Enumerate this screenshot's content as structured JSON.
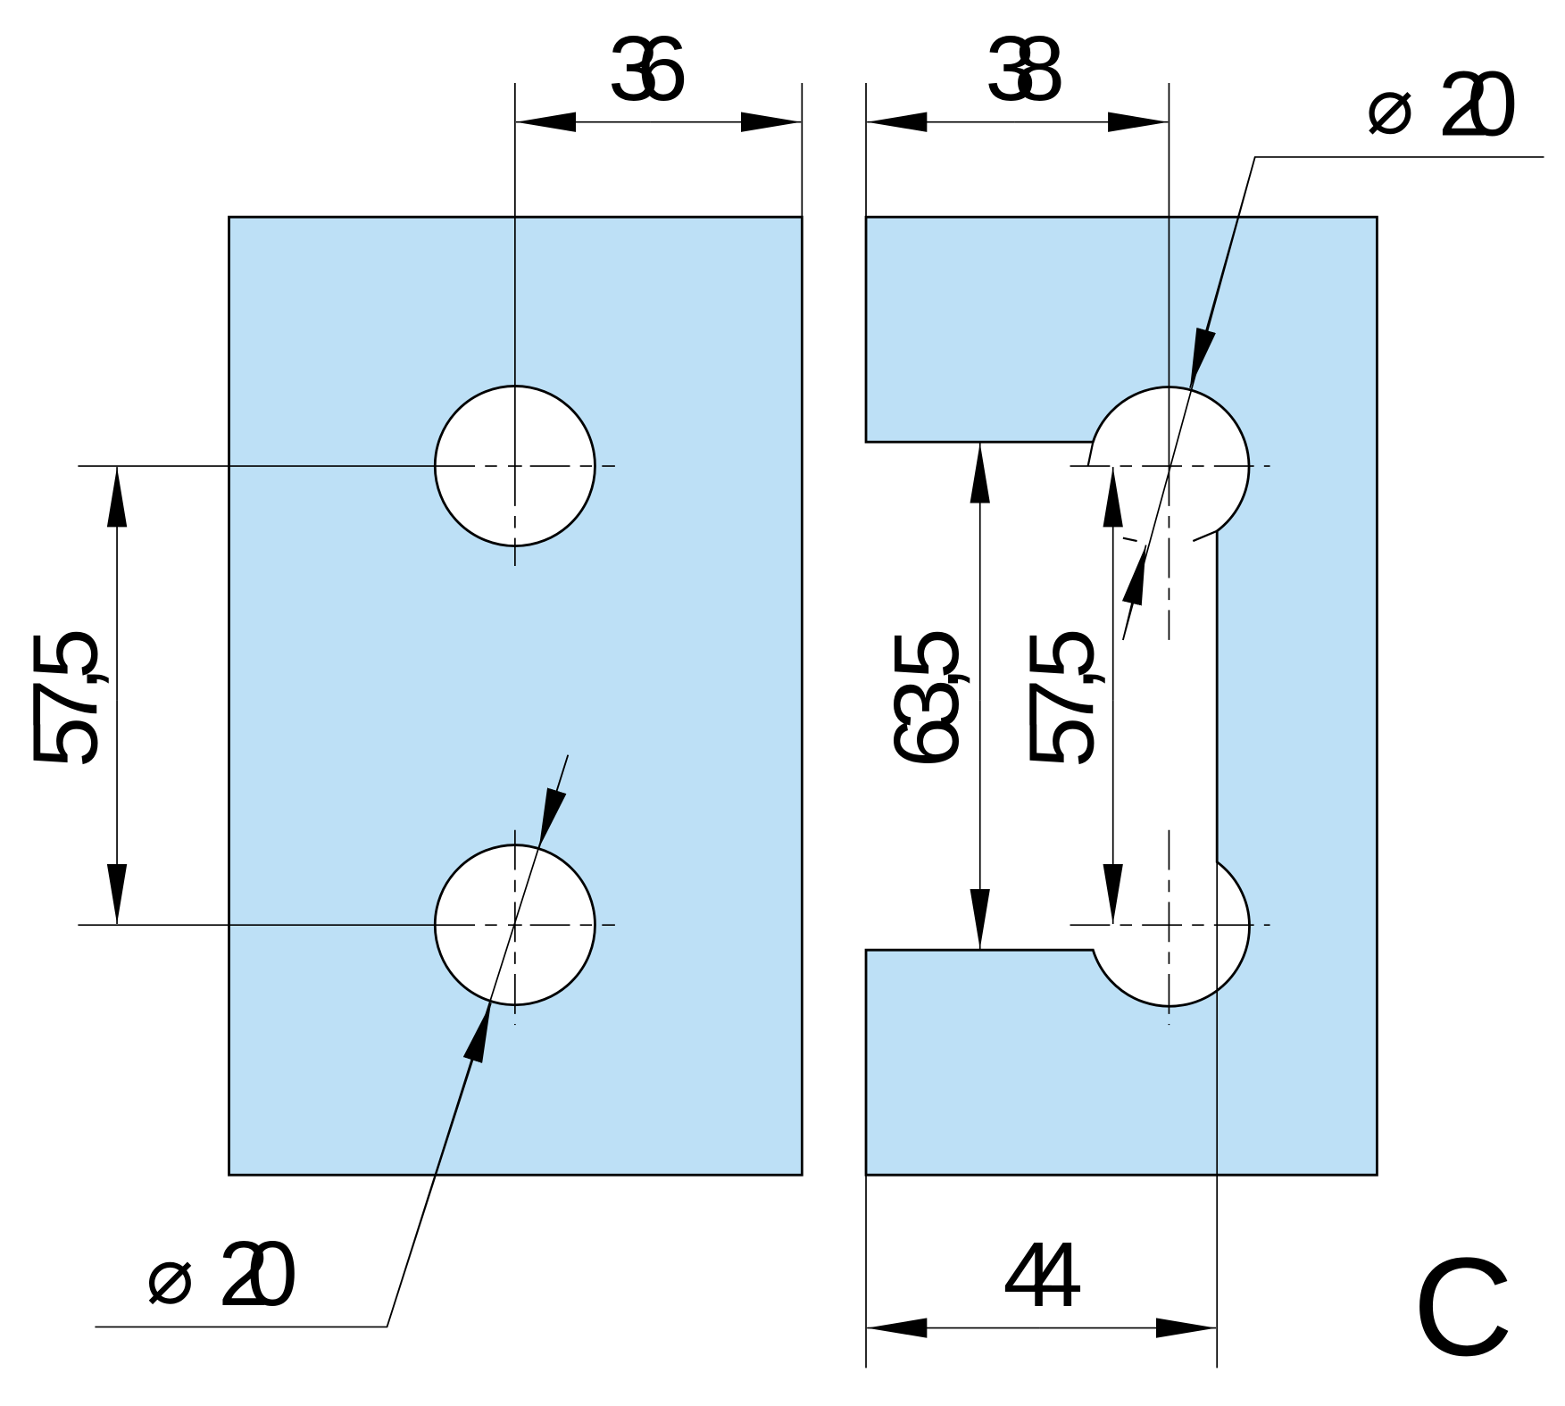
{
  "drawing": {
    "label": "C",
    "fill_color": "#bde0f6",
    "left_part": {
      "hole_spacing": "57,5",
      "hole_offset": "36",
      "hole_diameter": "20",
      "diameter_symbol": "⌀"
    },
    "right_part": {
      "hole_offset": "38",
      "hole_diameter": "20",
      "diameter_symbol": "⌀",
      "slot_height": "63,5",
      "hole_spacing": "57,5",
      "slot_width": "44"
    }
  }
}
